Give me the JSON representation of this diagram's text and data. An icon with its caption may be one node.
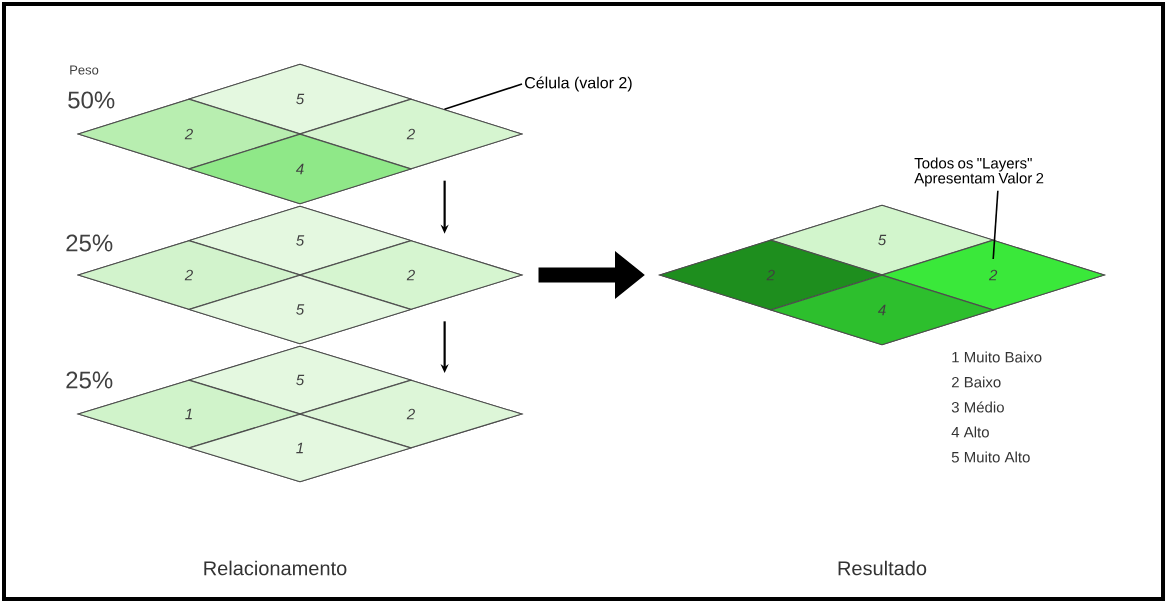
{
  "diagram": {
    "nodes": [
      {
        "text": [],
        "shape": "diamond",
        "beside": [
          "Peso",
          "50%"
        ]
      },
      {
        "text": [
          "5"
        ],
        "in": 0
      },
      {
        "text": [
          "2"
        ],
        "in": 0
      },
      {
        "text": [
          "2"
        ],
        "in": 0
      },
      {
        "text": [
          "4"
        ],
        "in": 0
      },
      {
        "text": [],
        "shape": "diamond",
        "beside": [
          "25%"
        ]
      },
      {
        "text": [
          "5"
        ],
        "in": 5
      },
      {
        "text": [
          "2"
        ],
        "in": 5
      },
      {
        "text": [
          "2"
        ],
        "in": 5
      },
      {
        "text": [
          "5"
        ],
        "in": 5
      },
      {
        "text": [],
        "shape": "diamond",
        "beside": [
          "25%"
        ]
      },
      {
        "text": [
          "5"
        ],
        "in": 10
      },
      {
        "text": [
          "1"
        ],
        "in": 10
      },
      {
        "text": [
          "2"
        ],
        "in": 10
      },
      {
        "text": [
          "1"
        ],
        "in": 10
      },
      {
        "text": [],
        "shape": "diamond"
      },
      {
        "text": [
          "5"
        ],
        "in": 15
      },
      {
        "text": [
          "2"
        ],
        "in": 15
      },
      {
        "text": [
          "2"
        ],
        "in": 15
      },
      {
        "text": [
          "4"
        ],
        "in": 15
      },
      {
        "text": [
          "Célula (valor 2)"
        ]
      },
      {
        "text": [
          "Todos os \"Layers\" Apresentam Valor 2"
        ]
      }
    ],
    "edges": [
      {
        "from": 0,
        "to": 5,
        "arrow": "to"
      },
      {
        "from": 5,
        "to": 10,
        "arrow": "to"
      },
      {
        "from": 5,
        "to": 15,
        "arrow": "to",
        "style": "thick"
      },
      {
        "from": 20,
        "to": 3,
        "arrow": "none"
      },
      {
        "from": 21,
        "to": 18,
        "arrow": "none"
      }
    ],
    "labels": [
      "Relacionamento",
      "Resultado",
      "1 Muito Baixo",
      "2 Baixo",
      "3 Médio",
      "4 Alto",
      "5 Muito Alto"
    ]
  }
}
